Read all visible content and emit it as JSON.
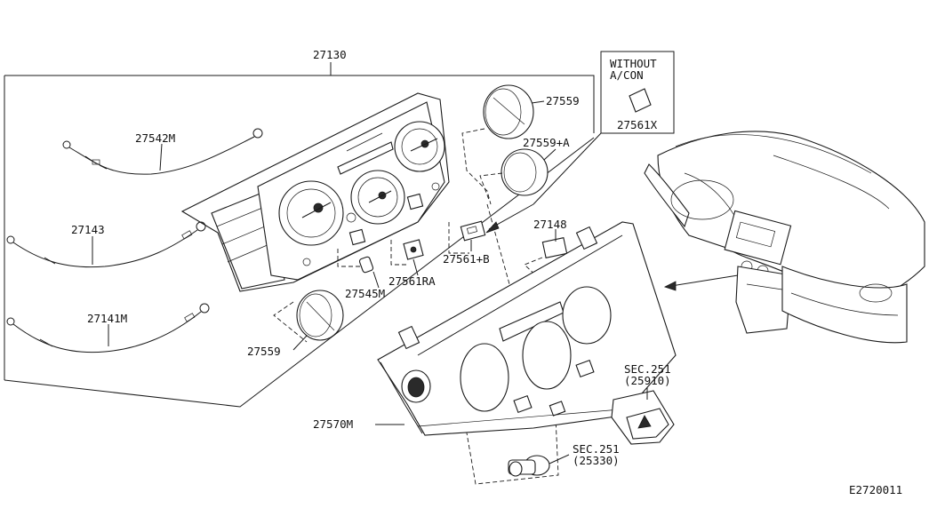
{
  "diagram": {
    "callouts": {
      "p27130": "27130",
      "p27542M": "27542M",
      "p27143": "27143",
      "p27141M": "27141M",
      "p27559_top": "27559",
      "p27559A": "27559+A",
      "p27559_bottom": "27559",
      "p27545M": "27545M",
      "p27561RA": "27561RA",
      "p27561B": "27561+B",
      "p27148": "27148",
      "p27570M": "27570M",
      "p27561X": "27561X",
      "sec251_a": "SEC.251",
      "sec251_a_ref": "(25910)",
      "sec251_b": "SEC.251",
      "sec251_b_ref": "(25330)"
    },
    "inset_note_line1": "WITHOUT",
    "inset_note_line2": "A/CON",
    "drawing_code": "E2720011"
  }
}
